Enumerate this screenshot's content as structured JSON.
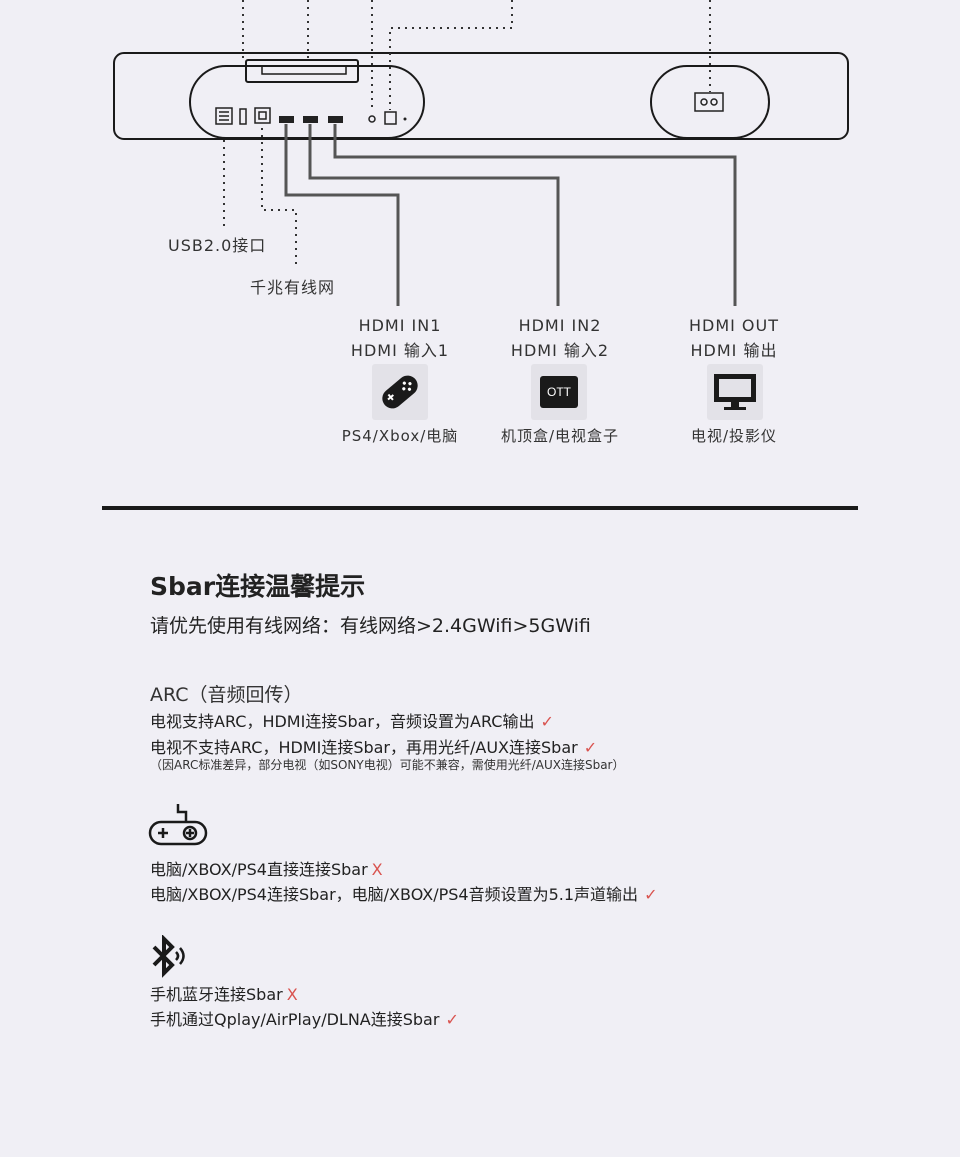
{
  "ports": {
    "usb_label": "USB2.0接口",
    "lan_label": "千兆有线网",
    "hdmi_in1": {
      "line1": "HDMI IN1",
      "line2": "HDMI 输入1",
      "device": "PS4/Xbox/电脑",
      "icon": "gamepad-icon"
    },
    "hdmi_in2": {
      "line1": "HDMI IN2",
      "line2": "HDMI 输入2",
      "device": "机顶盒/电视盒子",
      "icon": "ott-box-icon",
      "icon_text": "OTT"
    },
    "hdmi_out": {
      "line1": "HDMI OUT",
      "line2": "HDMI 输出",
      "device": "电视/投影仪",
      "icon": "tv-monitor-icon"
    }
  },
  "tips": {
    "title": "Sbar连接温馨提示",
    "subtitle": "请优先使用有线网络：有线网络>2.4GWifi>5GWifi",
    "arc": {
      "heading": "ARC（音频回传）",
      "line1": "电视支持ARC，HDMI连接Sbar，音频设置为ARC输出",
      "line1_mark": "✓",
      "line2": "电视不支持ARC，HDMI连接Sbar，再用光纤/AUX连接Sbar",
      "line2_mark": "✓",
      "note": "（因ARC标准差异，部分电视（如SONY电视）可能不兼容，需使用光纤/AUX连接Sbar）"
    },
    "game": {
      "icon": "game-controller-icon",
      "line1": "电脑/XBOX/PS4直接连接Sbar",
      "line1_mark": "X",
      "line2": "电脑/XBOX/PS4连接Sbar，电脑/XBOX/PS4音频设置为5.1声道输出",
      "line2_mark": "✓"
    },
    "bluetooth": {
      "icon": "bluetooth-icon",
      "line1": "手机蓝牙连接Sbar",
      "line1_mark": "X",
      "line2": "手机通过Qplay/AirPlay/DLNA连接Sbar",
      "line2_mark": "✓"
    }
  },
  "colors": {
    "background": "#f0eff5",
    "accent_mark": "#d9534f",
    "line": "#1a1a1a"
  }
}
